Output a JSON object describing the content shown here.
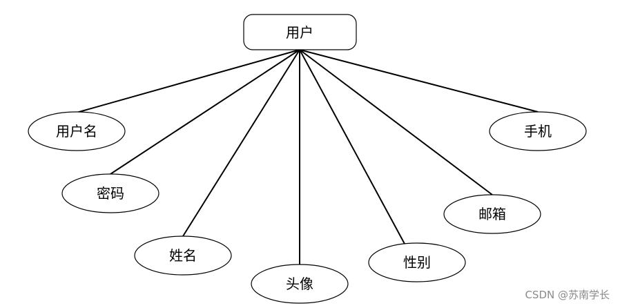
{
  "entity": {
    "label": "用户"
  },
  "attributes": [
    {
      "id": "username",
      "label": "用户名"
    },
    {
      "id": "password",
      "label": "密码"
    },
    {
      "id": "name",
      "label": "姓名"
    },
    {
      "id": "avatar",
      "label": "头像"
    },
    {
      "id": "gender",
      "label": "性别"
    },
    {
      "id": "email",
      "label": "邮箱"
    },
    {
      "id": "phone",
      "label": "手机"
    }
  ],
  "watermark": "CSDN @苏南学长"
}
